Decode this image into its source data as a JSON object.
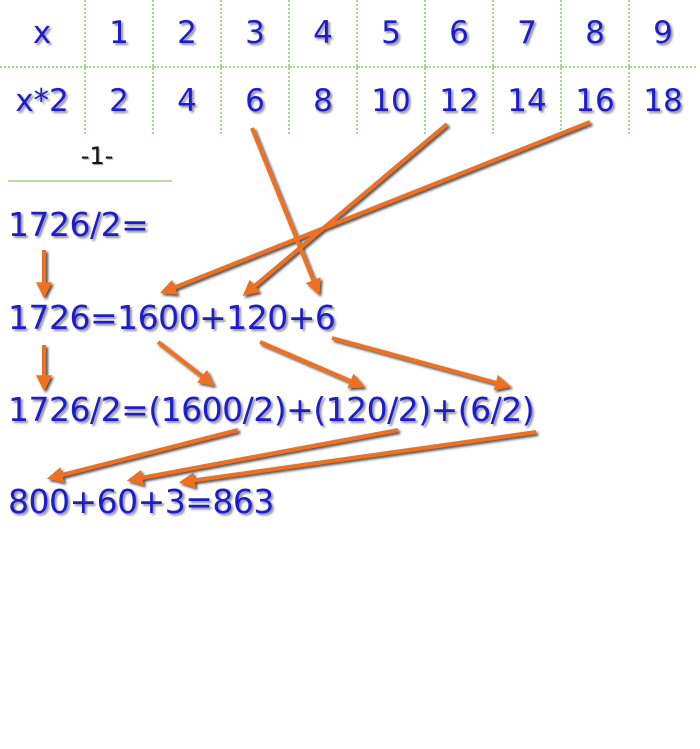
{
  "table": {
    "row1": [
      "x",
      "1",
      "2",
      "3",
      "4",
      "5",
      "6",
      "7",
      "8",
      "9"
    ],
    "row2": [
      "x*2",
      "2",
      "4",
      "6",
      "8",
      "10",
      "12",
      "14",
      "16",
      "18"
    ]
  },
  "step_label": "-1-",
  "lines": {
    "line1": "1726/2=",
    "line2": "1726=1600+120+6",
    "line3": "1726/2=(1600/2)+(120/2)+(6/2)",
    "line4": "800+60+3=863"
  },
  "colors": {
    "text": "#1c1cd0",
    "arrow": "#f07020",
    "grid": "#a8d890"
  }
}
